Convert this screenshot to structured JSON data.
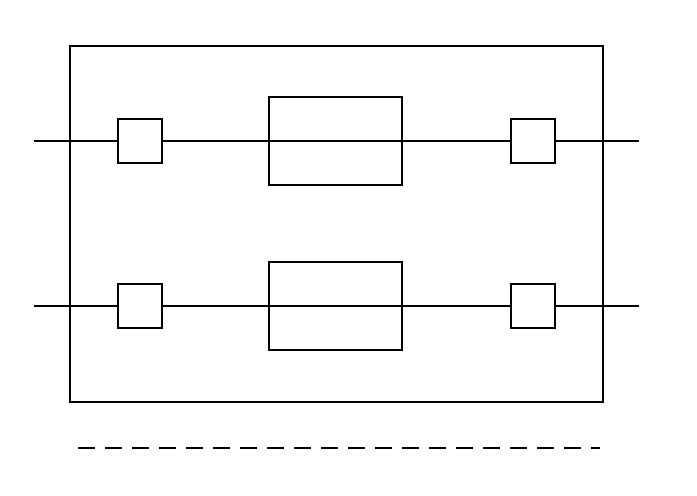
{
  "diagram": {
    "stroke_color": "#000000",
    "background_color": "#ffffff",
    "rows": [
      {
        "row_id": "top"
      },
      {
        "row_id": "bottom"
      }
    ],
    "components_per_row": [
      "small-box",
      "large-box",
      "small-box"
    ],
    "footer_line_style": "dashed"
  }
}
